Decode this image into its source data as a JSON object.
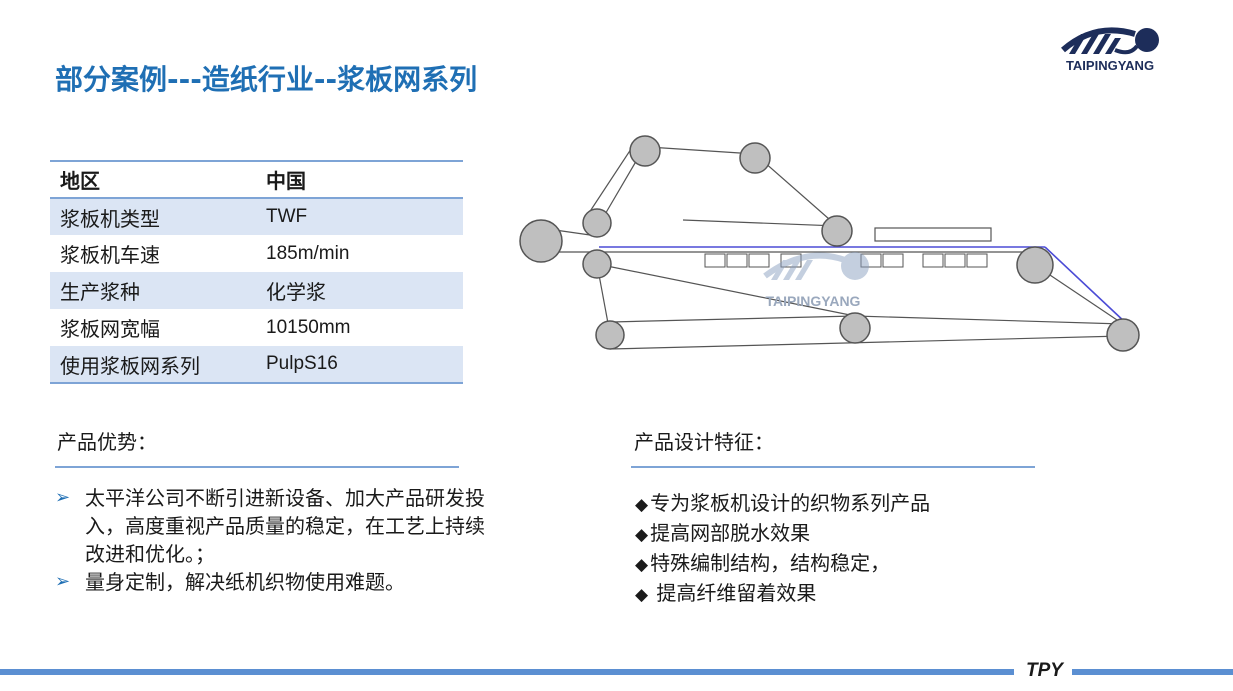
{
  "title": "部分案例---造纸行业--浆板网系列",
  "logo": {
    "text": "TAIPINGYANG",
    "color": "#1d2d5a"
  },
  "table": {
    "header": {
      "label": "地区",
      "value": "中国"
    },
    "rows": [
      {
        "label": "浆板机类型",
        "value": "TWF"
      },
      {
        "label": "浆板机车速",
        "value": "185m/min"
      },
      {
        "label": "生产浆种",
        "value": "化学浆"
      },
      {
        "label": "浆板网宽幅",
        "value": "10150mm"
      },
      {
        "label": "使用浆板网系列",
        "value": "PulpS16"
      }
    ]
  },
  "diagram": {
    "watermark": "TAIPINGYANG"
  },
  "advantages": {
    "heading": "产品优势：",
    "items": [
      "太平洋公司不断引进新设备、加大产品研发投入，高度重视产品质量的稳定，在工艺上持续改进和优化。；",
      "量身定制，解决纸机织物使用难题。"
    ]
  },
  "features": {
    "heading": "产品设计特征：",
    "items": [
      "专为浆板机设计的织物系列产品",
      "提高网部脱水效果",
      "特殊编制结构，结构稳定，",
      " 提高纤维留着效果"
    ]
  },
  "footer": {
    "text": "TPY"
  },
  "colors": {
    "accent": "#1f6fb4",
    "rule": "#7ea4d6",
    "shade": "#dbe5f4",
    "footer": "#5b8fd2"
  }
}
